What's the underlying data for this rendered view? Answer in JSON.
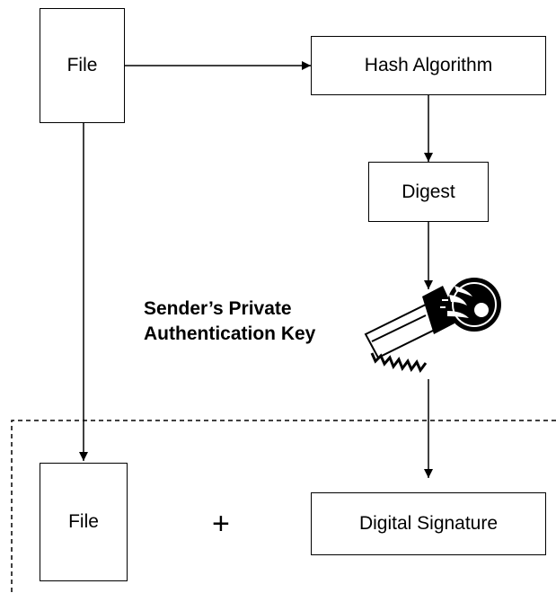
{
  "diagram": {
    "file_top": "File",
    "hash_algorithm": "Hash Algorithm",
    "digest": "Digest",
    "key_label_line1": "Sender’s Private",
    "key_label_line2": "Authentication Key",
    "file_bottom": "File",
    "plus": "+",
    "digital_signature": "Digital Signature"
  }
}
